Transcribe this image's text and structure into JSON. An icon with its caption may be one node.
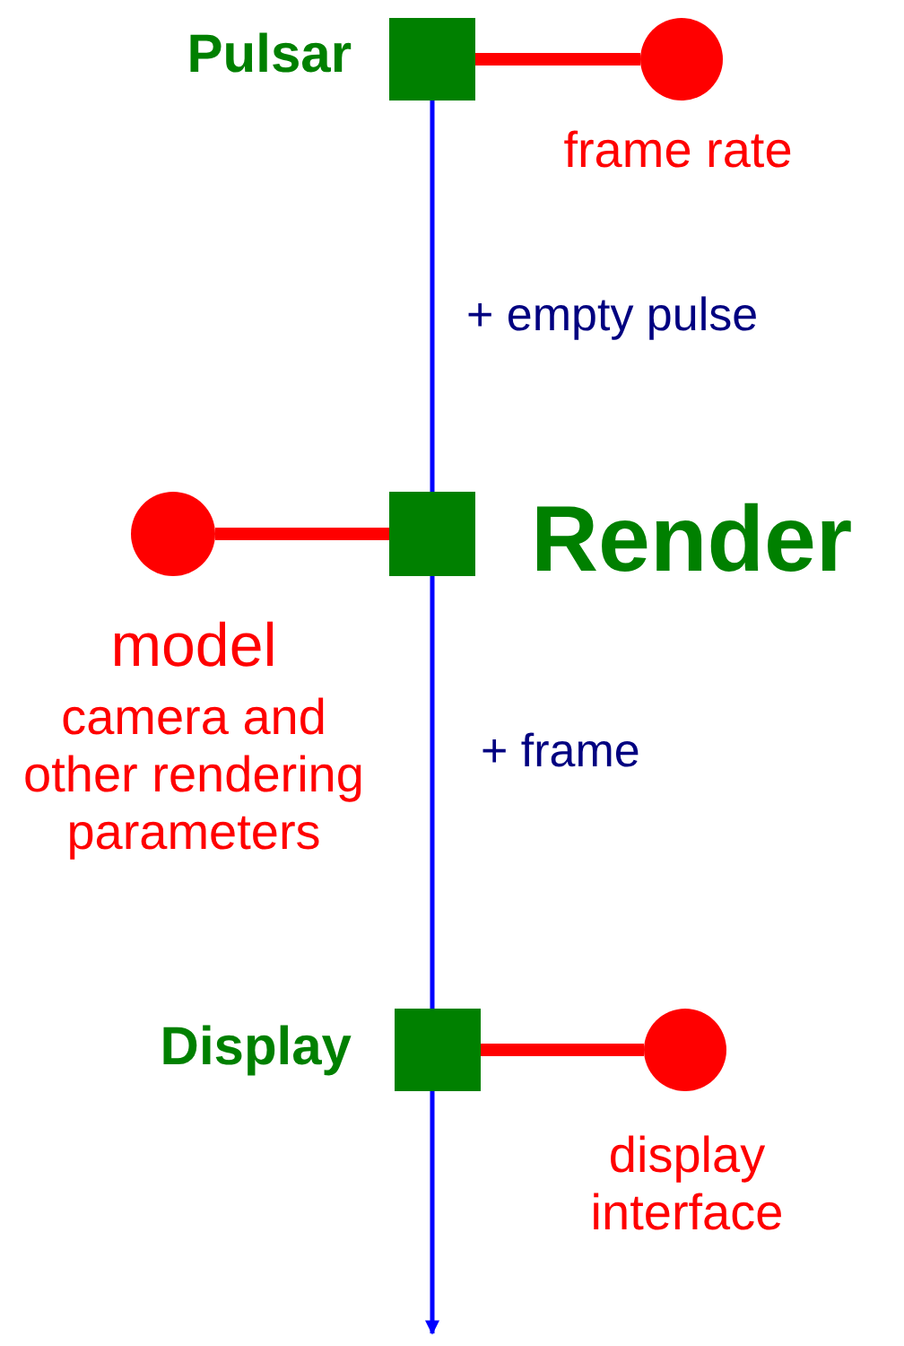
{
  "diagram": {
    "nodes": [
      {
        "text": [
          "Pulsar"
        ]
      },
      {
        "text": [
          "frame rate"
        ]
      },
      {
        "text": [
          "model",
          "camera and other rendering parameters"
        ]
      },
      {
        "text": [
          "Render"
        ]
      },
      {
        "text": [
          "Display"
        ]
      },
      {
        "text": [
          "display interface"
        ]
      }
    ],
    "edges": [
      {
        "from": 0,
        "to": 3,
        "arrow": "none",
        "label": "+ empty pulse",
        "color": "#0000ff"
      },
      {
        "from": 3,
        "to": 4,
        "arrow": "none",
        "label": "+ frame",
        "color": "#0000ff"
      },
      {
        "from": 4,
        "to": null,
        "arrow": "to",
        "color": "#0000ff"
      },
      {
        "from": 0,
        "to": 1,
        "arrow": "none",
        "style": "thick",
        "color": "#ff0000"
      },
      {
        "from": 2,
        "to": 3,
        "arrow": "none",
        "style": "thick",
        "color": "#ff0000"
      },
      {
        "from": 4,
        "to": 5,
        "arrow": "none",
        "style": "thick",
        "color": "#ff0000"
      }
    ]
  }
}
